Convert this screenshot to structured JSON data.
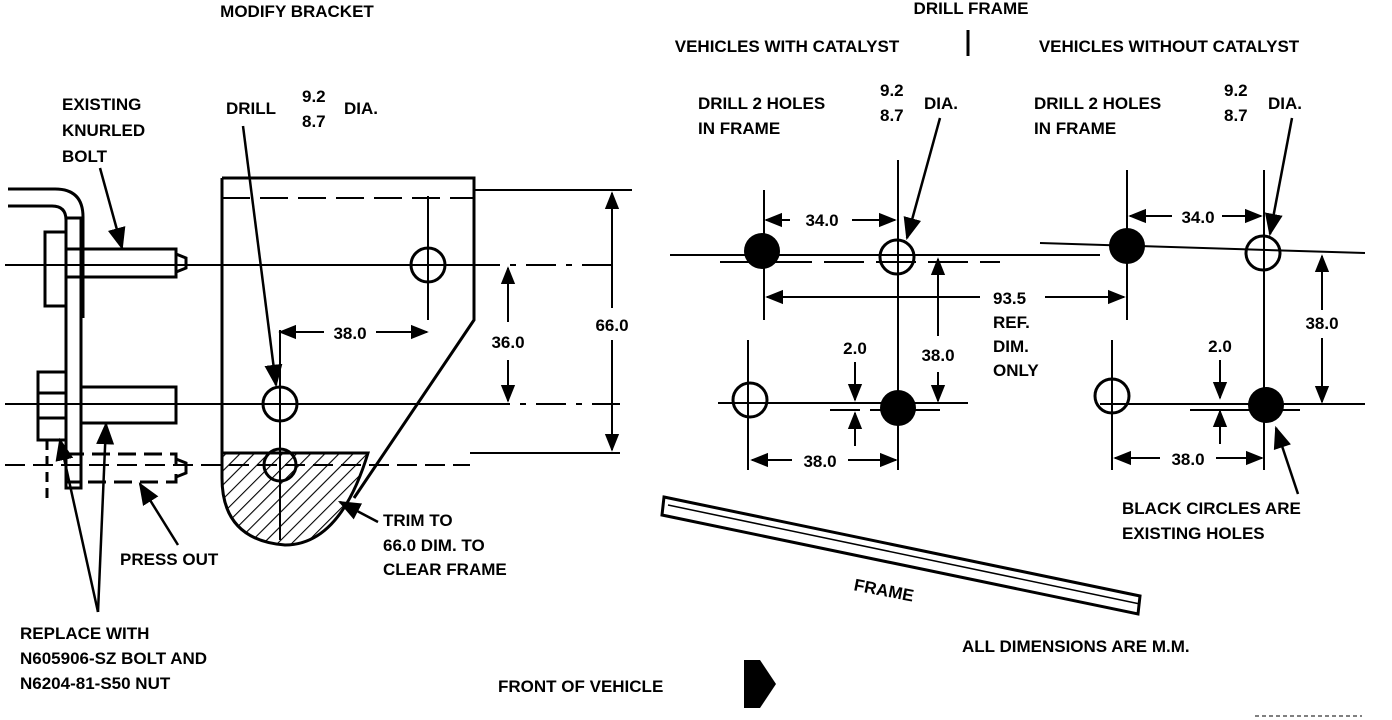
{
  "headings": {
    "modify_bracket": "MODIFY BRACKET",
    "drill_frame": "DRILL FRAME",
    "with_catalyst": "VEHICLES WITH CATALYST",
    "without_catalyst": "VEHICLES WITHOUT CATALYST"
  },
  "bracket": {
    "existing_bolt": [
      "EXISTING",
      "KNURLED",
      "BOLT"
    ],
    "drill_label": "DRILL",
    "dia_top": "9.2",
    "dia_bottom": "8.7",
    "dia_suffix": "DIA.",
    "dim_38": "38.0",
    "dim_36": "36.0",
    "dim_66": "66.0",
    "trim_note": [
      "TRIM TO",
      "66.0 DIM. TO",
      "CLEAR FRAME"
    ],
    "press_out": "PRESS OUT",
    "replace_note": [
      "REPLACE WITH",
      "N605906-SZ BOLT AND",
      "N6204-81-S50 NUT"
    ]
  },
  "frame_with": {
    "drill_holes": [
      "DRILL 2 HOLES",
      "IN FRAME"
    ],
    "dia_top": "9.2",
    "dia_bottom": "8.7",
    "dia_suffix": "DIA.",
    "dim_34": "34.0",
    "dim_935": [
      "93.5",
      "REF.",
      "DIM.",
      "ONLY"
    ],
    "dim_20": "2.0",
    "dim_38_vert": "38.0",
    "dim_38_horiz": "38.0"
  },
  "frame_without": {
    "drill_holes": [
      "DRILL 2 HOLES",
      "IN FRAME"
    ],
    "dia_top": "9.2",
    "dia_bottom": "8.7",
    "dia_suffix": "DIA.",
    "dim_34": "34.0",
    "dim_20": "2.0",
    "dim_38_vert": "38.0",
    "dim_38_horiz": "38.0",
    "black_circles": [
      "BLACK CIRCLES ARE",
      "EXISTING HOLES"
    ]
  },
  "frame_label": "FRAME",
  "units_note": "ALL DIMENSIONS ARE M.M.",
  "front_of_vehicle": "FRONT OF VEHICLE"
}
